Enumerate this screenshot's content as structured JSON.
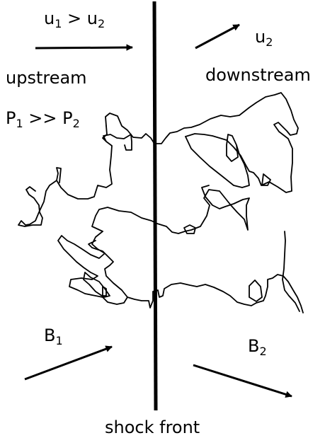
{
  "labels": {
    "velocity_relation": {
      "u1_base": "u",
      "u1_sub": "1",
      "gt": " > ",
      "u2_base": "u",
      "u2_sub": "2"
    },
    "downstream_velocity": {
      "base": "u",
      "sub": "2"
    },
    "upstream": "upstream",
    "downstream": "downstream",
    "pressure_relation": {
      "p1_base": "P",
      "p1_sub": "1",
      "gg": " >> ",
      "p2_base": "P",
      "p2_sub": "2"
    },
    "b1": {
      "base": "B",
      "sub": "1"
    },
    "b2": {
      "base": "B",
      "sub": "2"
    },
    "shock_front": "shock front"
  },
  "colors": {
    "stroke": "#000000",
    "background": "#ffffff"
  }
}
